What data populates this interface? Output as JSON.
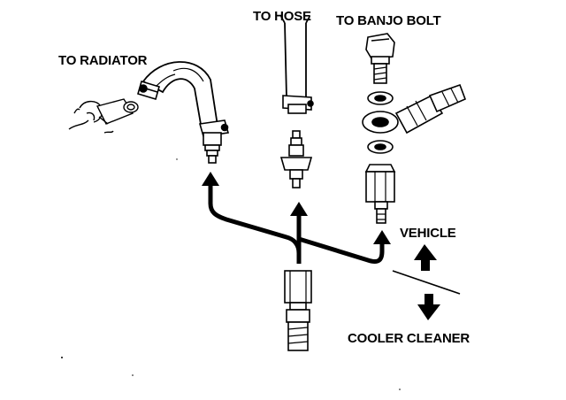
{
  "labels": {
    "to_radiator": "TO RADIATOR",
    "to_hose": "TO HOSE",
    "to_banjo_bolt": "TO BANJO BOLT",
    "vehicle": "VEHICLE",
    "cooler_cleaner": "COOLER CLEANER"
  },
  "colors": {
    "ink": "#000000",
    "paper": "#ffffff"
  }
}
